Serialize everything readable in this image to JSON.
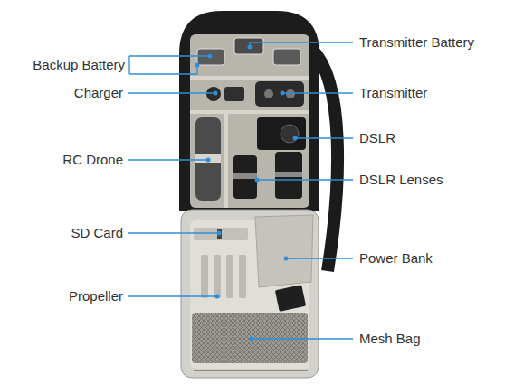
{
  "diagram": {
    "labels": [
      "Transmitter Battery",
      "Backup Battery",
      "Charger",
      "Transmitter",
      "DSLR",
      "RC Drone",
      "DSLR Lenses",
      "SD Card",
      "Power Bank",
      "Propeller",
      "Mesh Bag"
    ]
  }
}
